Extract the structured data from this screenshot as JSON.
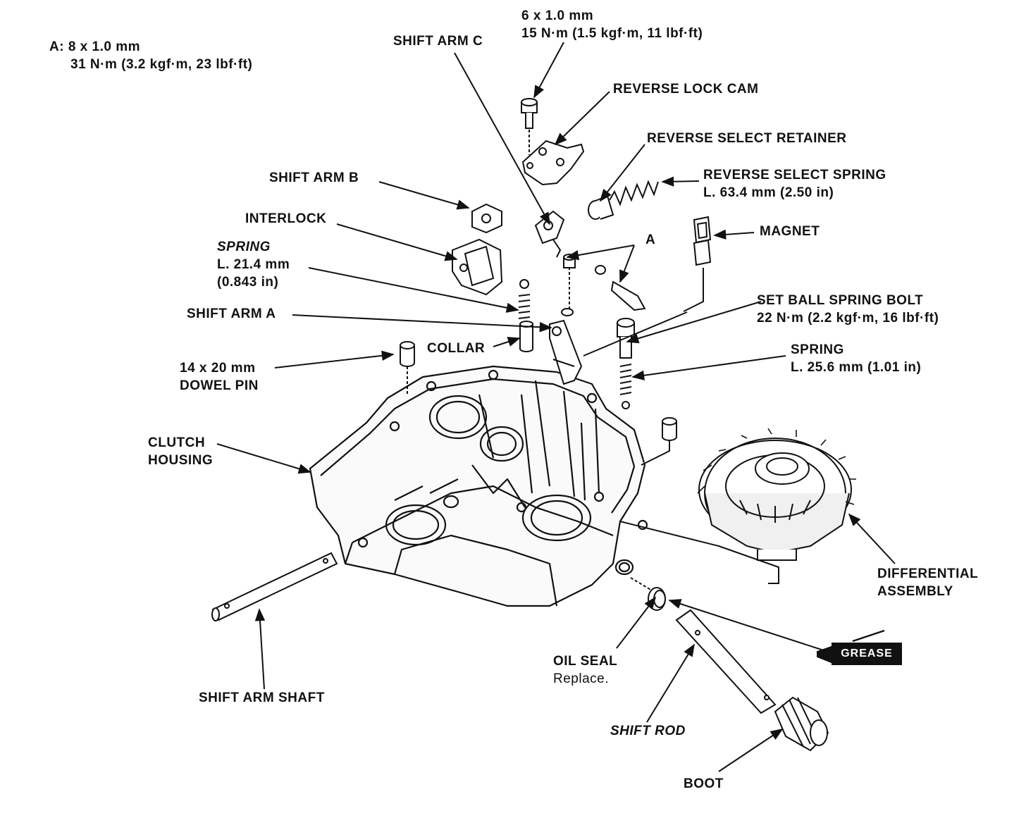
{
  "torque_spec_a": {
    "line1": "A: 8 x 1.0 mm",
    "line2": "31 N·m (3.2 kgf·m, 23 lbf·ft)"
  },
  "labels": {
    "bolt_top": {
      "line1": "6 x 1.0 mm",
      "line2": "15 N·m (1.5 kgf·m, 11 lbf·ft)"
    },
    "shift_arm_c": "SHIFT ARM C",
    "reverse_lock_cam": "REVERSE LOCK CAM",
    "reverse_select_retainer": "REVERSE SELECT RETAINER",
    "reverse_select_spring": {
      "line1": "REVERSE SELECT SPRING",
      "line2": "L. 63.4 mm (2.50 in)"
    },
    "shift_arm_b": "SHIFT ARM B",
    "interlock": "INTERLOCK",
    "spring_a": {
      "line1": "SPRING",
      "line2": "L. 21.4 mm",
      "line3": "(0.843 in)"
    },
    "a_marker": "A",
    "magnet": "MAGNET",
    "shift_arm_a": "SHIFT ARM A",
    "set_ball_spring_bolt": {
      "line1": "SET BALL SPRING BOLT",
      "line2": "22 N·m (2.2 kgf·m, 16 lbf·ft)"
    },
    "collar": "COLLAR",
    "spring_b": {
      "line1": "SPRING",
      "line2": "L. 25.6 mm (1.01 in)"
    },
    "dowel_pin": {
      "line1": "14 x 20 mm",
      "line2": "DOWEL PIN"
    },
    "clutch_housing": {
      "line1": "CLUTCH",
      "line2": "HOUSING"
    },
    "differential_assembly": {
      "line1": "DIFFERENTIAL",
      "line2": "ASSEMBLY"
    },
    "oil_seal": {
      "line1": "OIL SEAL",
      "line2": "Replace."
    },
    "grease": "GREASE",
    "shift_arm_shaft": "SHIFT ARM SHAFT",
    "shift_rod": "SHIFT ROD",
    "boot": "BOOT"
  }
}
